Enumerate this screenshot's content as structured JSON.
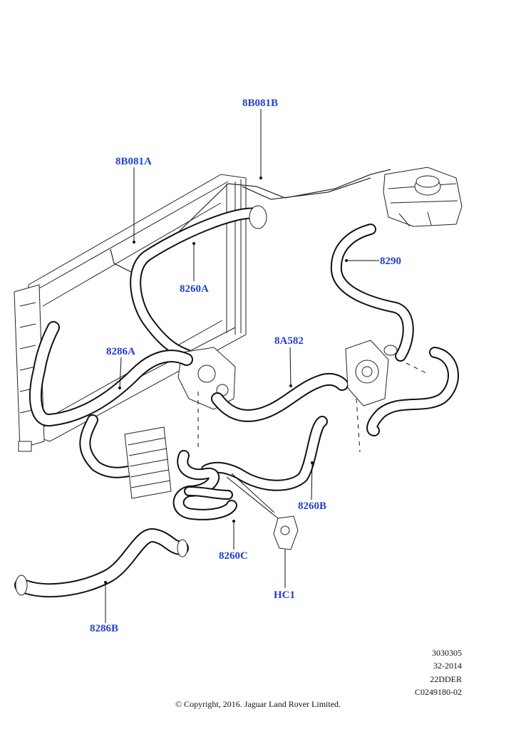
{
  "callouts": {
    "c_8B081B": "8B081B",
    "c_8B081A": "8B081A",
    "c_8260A": "8260A",
    "c_8290": "8290",
    "c_8286A": "8286A",
    "c_8A582": "8A582",
    "c_8260B": "8260B",
    "c_8260C": "8260C",
    "c_HC1": "HC1",
    "c_8286B": "8286B"
  },
  "reference": {
    "line1": "3030305",
    "line2": "32-2014",
    "line3": "22DDER",
    "line4": "C0249180-02"
  },
  "copyright": "© Copyright, 2016. Jaguar Land Rover Limited.",
  "colors": {
    "callout": "#1f3fd1",
    "line": "#111111"
  }
}
